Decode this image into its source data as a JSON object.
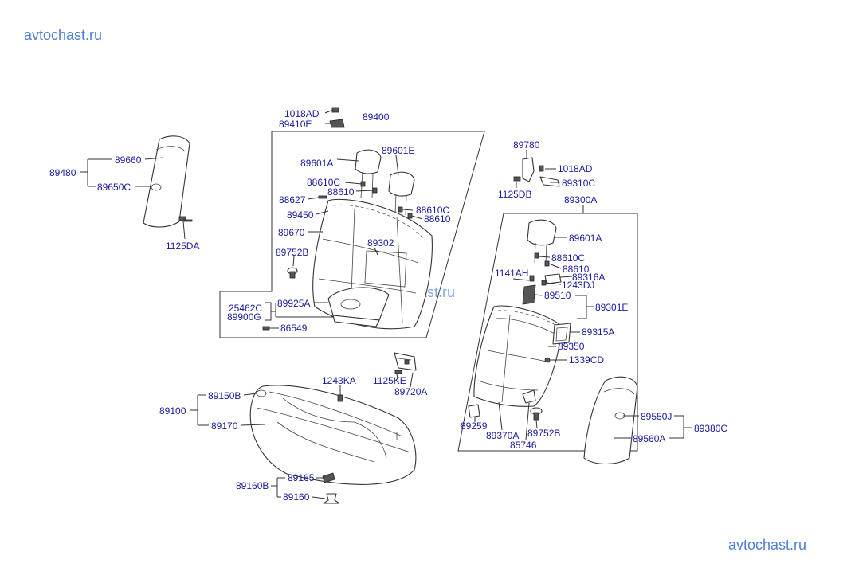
{
  "watermark": {
    "top_left": "avtochast.ru",
    "center": "avtochast.ru",
    "bottom_right": "avtochast.ru"
  },
  "parts": {
    "p89480": "89480",
    "p89660": "89660",
    "p89650C": "89650C",
    "p1125DA": "1125DA",
    "p1018AD_a": "1018AD",
    "p89410E": "89410E",
    "p89400": "89400",
    "p89601A_a": "89601A",
    "p89601E": "89601E",
    "p88610C_a": "88610C",
    "p88610_a": "88610",
    "p88627": "88627",
    "p88610C_b": "88610C",
    "p88610_b": "88610",
    "p89450": "89450",
    "p89670": "89670",
    "p89302": "89302",
    "p89752B_a": "89752B",
    "p25462C": "25462C",
    "p89925A": "89925A",
    "p89900G": "89900G",
    "p86549": "86549",
    "p89780": "89780",
    "p1018AD_b": "1018AD",
    "p89310C": "89310C",
    "p1125DB": "1125DB",
    "p89300A": "89300A",
    "p89601A_b": "89601A",
    "p88610C_c": "88610C",
    "p88610_c": "88610",
    "p1141AH": "1141AH",
    "p89316A": "89316A",
    "p1243DJ": "1243DJ",
    "p89510": "89510",
    "p89301E": "89301E",
    "p89315A": "89315A",
    "p89350": "89350",
    "p1339CD": "1339CD",
    "p89259": "89259",
    "p89370A": "89370A",
    "p89752B_b": "89752B",
    "p85746": "85746",
    "p1243KA": "1243KA",
    "p1125KE": "1125KE",
    "p89720A": "89720A",
    "p89100": "89100",
    "p89150B": "89150B",
    "p89170": "89170",
    "p89160B": "89160B",
    "p89165": "89165",
    "p89160": "89160",
    "p89550J": "89550J",
    "p89380C": "89380C",
    "p89560A": "89560A"
  }
}
